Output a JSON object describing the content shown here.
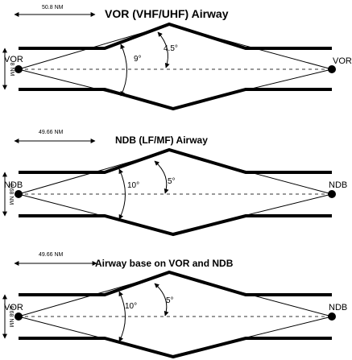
{
  "diagrams": [
    {
      "title": "VOR (VHF/UHF) Airway",
      "distance_label": "50.8 NM",
      "width_label": "8 NM",
      "left_station": "VOR",
      "right_station": "VOR",
      "inner_angle": "9°",
      "outer_angle": "4.5°"
    },
    {
      "title": "NDB (LF/MF) Airway",
      "distance_label": "49.66 NM",
      "width_label": "8.68 NM",
      "left_station": "NDB",
      "right_station": "NDB",
      "inner_angle": "10°",
      "outer_angle": "5°"
    },
    {
      "title": "Airway base on VOR and NDB",
      "distance_label": "49.66 NM",
      "width_label": "8.68 NM",
      "left_station": "VOR",
      "right_station": "NDB",
      "inner_angle": "10°",
      "outer_angle": "5°"
    }
  ]
}
